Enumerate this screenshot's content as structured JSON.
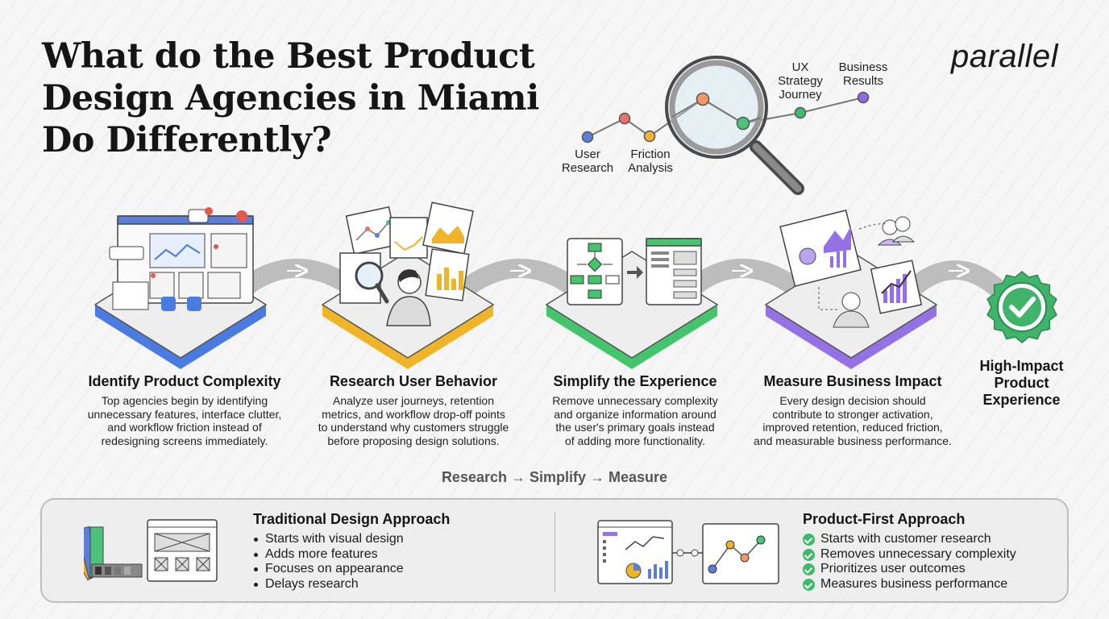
{
  "header": {
    "title_lines": [
      "What do the Best Product",
      "Design Agencies in Miami",
      "Do Differently?"
    ],
    "logo": "parallel"
  },
  "timeline": {
    "labels": [
      {
        "lines": [
          "User",
          "Research"
        ]
      },
      {
        "lines": [
          "Friction",
          "Analysis"
        ]
      },
      {
        "lines": [
          "UX",
          "Strategy",
          "Journey"
        ]
      },
      {
        "lines": [
          "Business",
          "Results"
        ]
      }
    ],
    "colors": [
      "#5b7fd6",
      "#e8726b",
      "#f2b233",
      "#f29966",
      "#4cc27b",
      "#3fb872",
      "#8d6be0"
    ]
  },
  "steps": [
    {
      "title": "Identify Product Complexity",
      "description": [
        "Top agencies begin by identifying",
        "unnecessary features, interface clutter,",
        "and workflow friction instead of",
        "redesigning screens immediately."
      ],
      "accent": "#4a7be0"
    },
    {
      "title": "Research User Behavior",
      "description": [
        "Analyze user journeys, retention",
        "metrics, and workflow drop-off points",
        "to understand why customers struggle",
        "before proposing design solutions."
      ],
      "accent": "#f0b429"
    },
    {
      "title": "Simplify the Experience",
      "description": [
        "Remove unnecessary complexity",
        "and organize information around",
        "the user's primary goals instead",
        "of adding more functionality."
      ],
      "accent": "#45c46e"
    },
    {
      "title": "Measure Business Impact",
      "description": [
        "Every design decision should",
        "contribute to stronger activation,",
        "improved retention, reduced friction,",
        "and measurable business performance."
      ],
      "accent": "#9472e6"
    }
  ],
  "final_outcome": {
    "lines": [
      "High-Impact",
      "Product",
      "Experience"
    ],
    "accent": "#3fb46a"
  },
  "flow": "Research → Simplify → Measure",
  "comparison": {
    "traditional": {
      "title": "Traditional Design Approach",
      "items": [
        "Starts with visual design",
        "Adds more features",
        "Focuses on appearance",
        "Delays research"
      ]
    },
    "product_first": {
      "title": "Product-First Approach",
      "items": [
        "Starts with customer research",
        "Removes unnecessary complexity",
        "Prioritizes user outcomes",
        "Measures business performance"
      ]
    }
  }
}
